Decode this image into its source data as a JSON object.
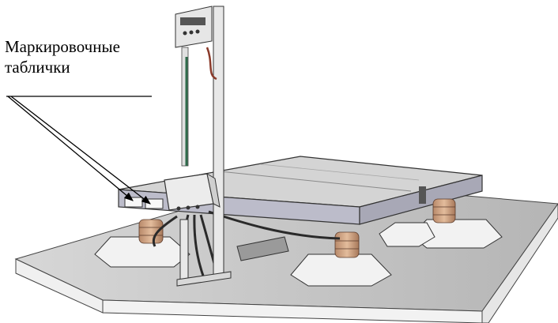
{
  "callout": {
    "line1": "Маркировочные",
    "line2": "таблички"
  },
  "colors": {
    "slab_top": "#bfbfbf",
    "slab_front": "#efefef",
    "platform_top": "#d2d2d2",
    "platform_side": "#b9b9c9",
    "bellows": "#cda07f",
    "outline": "#333333",
    "cable": "#2a2a2a",
    "cable_green": "#2e6a4a",
    "cable_red": "#8a3a2a"
  },
  "icons": [
    "weighing-platform-illustration",
    "leader-arrow"
  ]
}
